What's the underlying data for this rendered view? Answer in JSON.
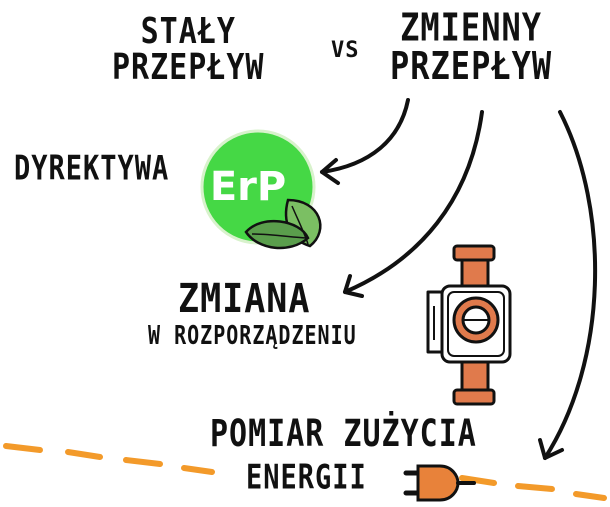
{
  "title_left": [
    "STAŁY",
    "PRZEPŁYW"
  ],
  "versus": "VS",
  "title_right": [
    "ZMIENNY",
    "PRZEPŁYW"
  ],
  "items": {
    "directive": "DYREKTYWA",
    "badge": "ErP",
    "regulation_change": [
      "ZMIANA",
      "W ROZPORZĄDZENIU"
    ],
    "energy_measurement": [
      "POMIAR ZUŻYCIA",
      "ENERGII"
    ]
  },
  "colors": {
    "ink": "#111111",
    "erp_green": "#45d845",
    "leaf_green": "#6aad5a",
    "pump_orange": "#e07a4c",
    "dash_orange": "#f39a2a"
  },
  "icons": [
    "leaf-icon",
    "pump-icon",
    "plug-icon"
  ]
}
